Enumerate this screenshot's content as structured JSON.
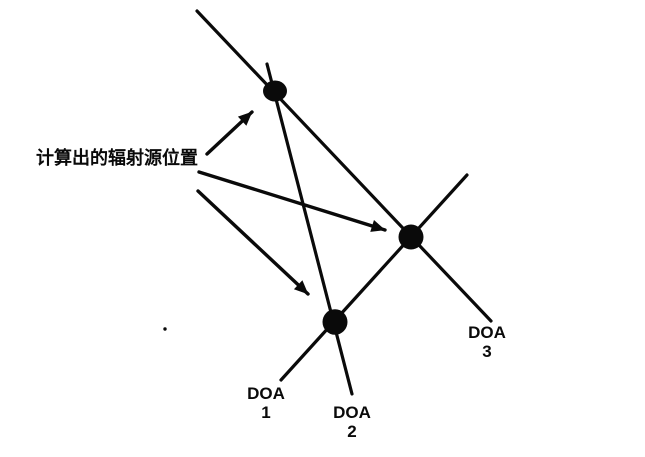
{
  "figure": {
    "annotation": {
      "text": "计算出的辐射源位置"
    },
    "doa_labels": [
      {
        "name": "DOA",
        "number": "1"
      },
      {
        "name": "DOA",
        "number": "2"
      },
      {
        "name": "DOA",
        "number": "3"
      }
    ],
    "diagram": {
      "type": "bearing-line-intersection",
      "lines": [
        "DOA 1",
        "DOA 2",
        "DOA 3"
      ],
      "intersection_dots": [
        {
          "id": "top",
          "between": [
            "DOA 2",
            "DOA 3"
          ]
        },
        {
          "id": "right",
          "between": [
            "DOA 1",
            "DOA 3"
          ]
        },
        {
          "id": "bottom",
          "between": [
            "DOA 1",
            "DOA 2"
          ]
        }
      ],
      "annotation_arrows": 3
    },
    "colors": {
      "ink": "#0a0a0a",
      "background": "#ffffff"
    }
  }
}
